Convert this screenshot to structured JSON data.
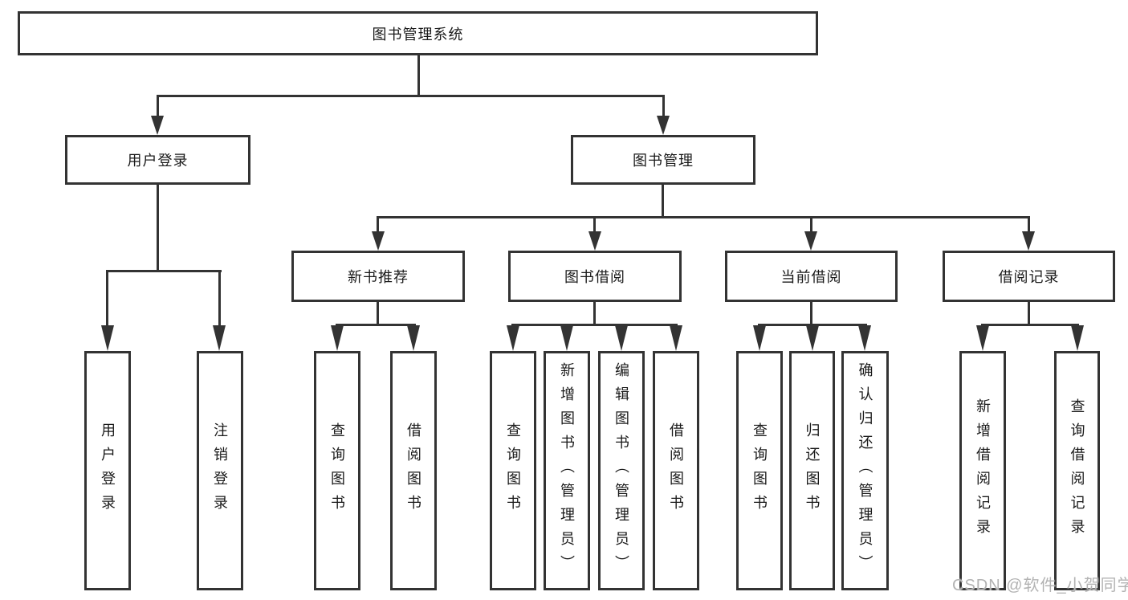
{
  "diagram": {
    "root": {
      "label": "图书管理系统"
    },
    "login": {
      "label": "用户登录",
      "children": [
        {
          "label": "用户登录"
        },
        {
          "label": "注销登录"
        }
      ]
    },
    "mgmt": {
      "label": "图书管理",
      "children": [
        {
          "label": "新书推荐",
          "children": [
            {
              "label": "查询图书"
            },
            {
              "label": "借阅图书"
            }
          ]
        },
        {
          "label": "图书借阅",
          "children": [
            {
              "label": "查询图书"
            },
            {
              "label": "新增图书（管理员）"
            },
            {
              "label": "编辑图书（管理员）"
            },
            {
              "label": "借阅图书"
            }
          ]
        },
        {
          "label": "当前借阅",
          "children": [
            {
              "label": "查询图书"
            },
            {
              "label": "归还图书"
            },
            {
              "label": "确认归还（管理员）"
            }
          ]
        },
        {
          "label": "借阅记录",
          "children": [
            {
              "label": "新增借阅记录"
            },
            {
              "label": "查询借阅记录"
            }
          ]
        }
      ]
    },
    "watermark": "CSDN @软件_小贺同学"
  },
  "colors": {
    "line": "#333333",
    "text": "#1a1a1a",
    "watermark": "#b3b3b3",
    "background": "#ffffff"
  }
}
